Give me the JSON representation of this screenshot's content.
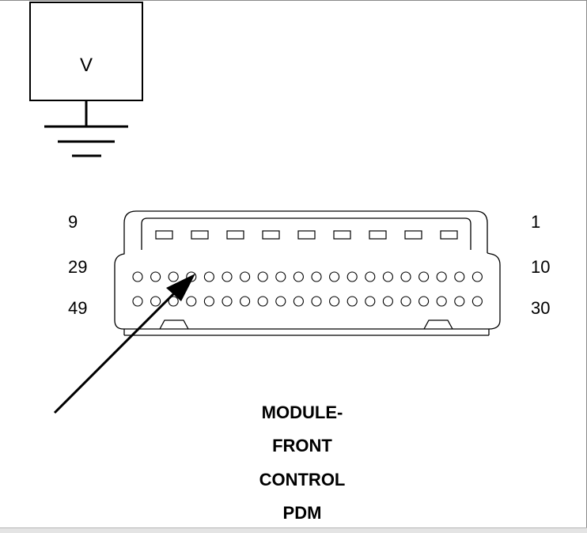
{
  "meter": {
    "symbol": "V"
  },
  "connector": {
    "pin_labels": {
      "top_left": "9",
      "top_right": "1",
      "mid_left": "29",
      "mid_right": "10",
      "bottom_left": "49",
      "bottom_right": "30"
    },
    "top_row_pin_count": 9,
    "mid_row_pin_count": 20,
    "bottom_row_pin_count": 20
  },
  "module_caption": [
    "MODULE-",
    "FRONT",
    "CONTROL",
    "PDM"
  ],
  "colors": {
    "line": "#000000",
    "background": "#ffffff"
  }
}
